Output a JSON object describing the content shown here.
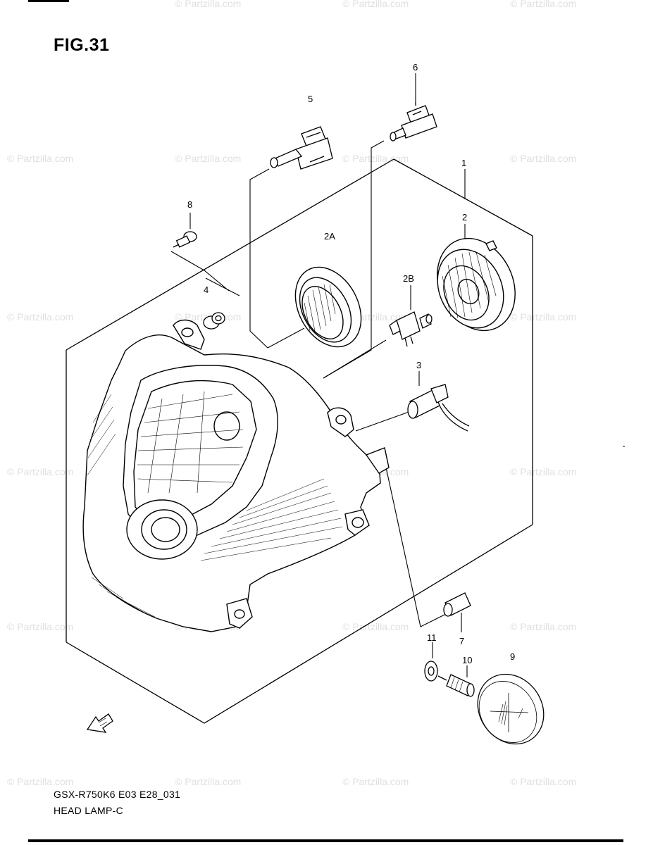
{
  "figure": {
    "title": "FIG.31",
    "model_code": "GSX-R750K6 E03 E28_031",
    "section_name": "HEAD LAMP-C",
    "watermark": "© Partzilla.com"
  },
  "callouts": [
    "1",
    "2",
    "2A",
    "2B",
    "3",
    "4",
    "5",
    "6",
    "7",
    "8",
    "9",
    "10",
    "11"
  ],
  "colors": {
    "ink": "#000000",
    "paper": "#ffffff"
  },
  "icons": [
    "front-direction-arrow-icon"
  ]
}
